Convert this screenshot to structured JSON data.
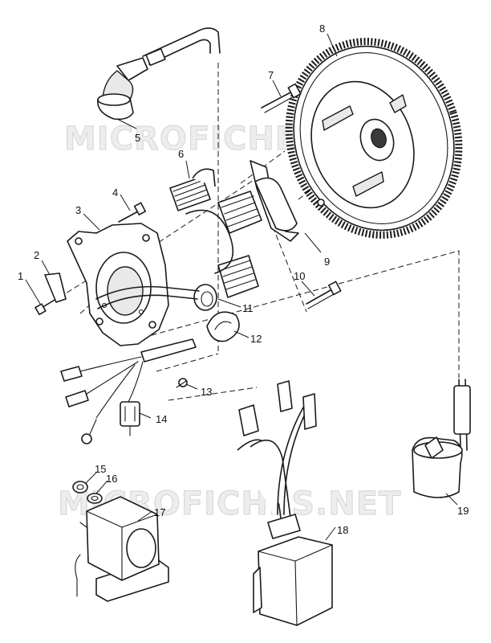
{
  "watermark": {
    "upper": "MICROFICHES.NET",
    "lower": "MICROFICHES.NET"
  },
  "callouts": {
    "c1": "1",
    "c2": "2",
    "c3": "3",
    "c4": "4",
    "c5": "5",
    "c6": "6",
    "c7": "7",
    "c8": "8",
    "c9": "9",
    "c10": "10",
    "c11": "11",
    "c12": "12",
    "c13": "13",
    "c14": "14",
    "c15": "15",
    "c16": "16",
    "c17": "17",
    "c18": "18",
    "c19": "19"
  },
  "colors": {
    "line": "#1a1a1a",
    "watermark_fill": "#ededed"
  }
}
